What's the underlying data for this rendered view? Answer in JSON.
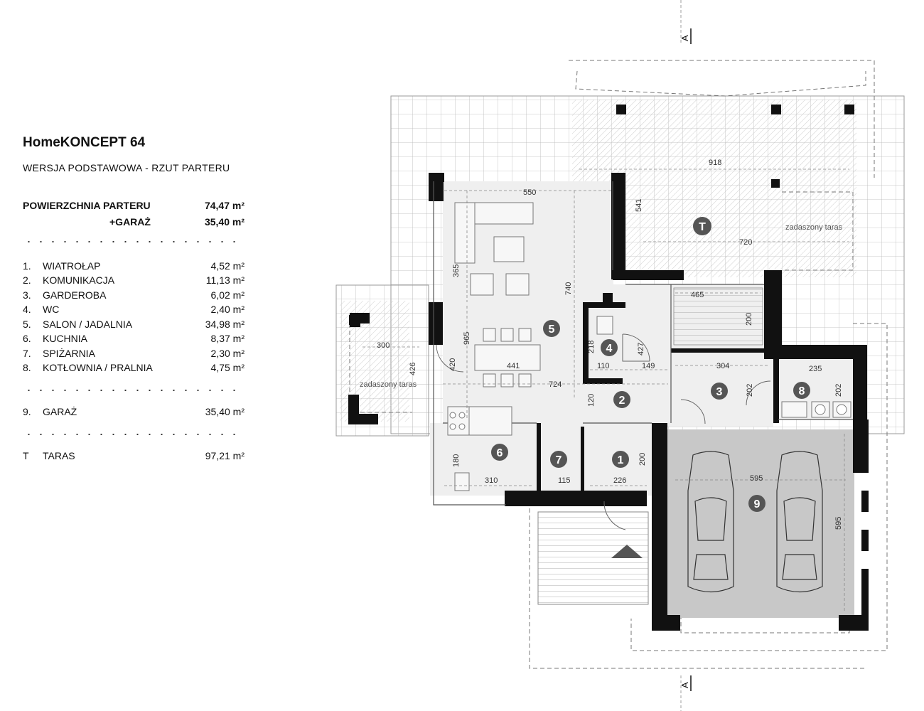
{
  "legend": {
    "title": "HomeKONCEPT 64",
    "subtitle": "WERSJA  PODSTAWOWA   -   RZUT PARTERU",
    "ground_label": "POWIERZCHNIA PARTERU",
    "ground_value": "74,47 m²",
    "garage_label": "+GARAŻ",
    "garage_value": "35,40 m²",
    "rooms": [
      {
        "num": "1.",
        "name": "WIATROŁAP",
        "area": "4,52 m²"
      },
      {
        "num": "2.",
        "name": "KOMUNIKACJA",
        "area": "11,13 m²"
      },
      {
        "num": "3.",
        "name": "GARDEROBA",
        "area": "6,02 m²"
      },
      {
        "num": "4.",
        "name": "WC",
        "area": "2,40 m²"
      },
      {
        "num": "5.",
        "name": "SALON / JADALNIA",
        "area": "34,98 m²"
      },
      {
        "num": "6.",
        "name": "KUCHNIA",
        "area": "8,37 m²"
      },
      {
        "num": "7.",
        "name": "SPIŻARNIA",
        "area": "2,30 m²"
      },
      {
        "num": "8.",
        "name": "KOTŁOWNIA / PRALNIA",
        "area": "4,75 m²"
      }
    ],
    "garage_row": {
      "num": "9.",
      "name": "GARAŻ",
      "area": "35,40 m²"
    },
    "terrace_row": {
      "num": "T",
      "name": "TARAS",
      "area": "97,21 m²"
    }
  },
  "plan": {
    "section_mark": "A",
    "covered_terrace_label": "zadaszony taras",
    "room_markers": [
      "1",
      "2",
      "3",
      "4",
      "5",
      "6",
      "7",
      "8",
      "9",
      "T"
    ],
    "dimensions": {
      "d918": "918",
      "d720": "720",
      "d541": "541",
      "d550": "550",
      "d365": "365",
      "d740": "740",
      "d965": "965",
      "d465": "465",
      "d200a": "200",
      "d218": "218",
      "d427": "427",
      "d110": "110",
      "d149": "149",
      "d441": "441",
      "d420": "420",
      "d724": "724",
      "d120": "120",
      "d304": "304",
      "d202a": "202",
      "d235": "235",
      "d202b": "202",
      "d300": "300",
      "d426": "426",
      "d180": "180",
      "d310": "310",
      "d115": "115",
      "d226": "226",
      "d200b": "200",
      "d595a": "595",
      "d595b": "595"
    },
    "colors": {
      "wall": "#111111",
      "garage_floor": "#c8c8c8",
      "marker": "#555555",
      "grid": "#b8b8b8"
    }
  }
}
